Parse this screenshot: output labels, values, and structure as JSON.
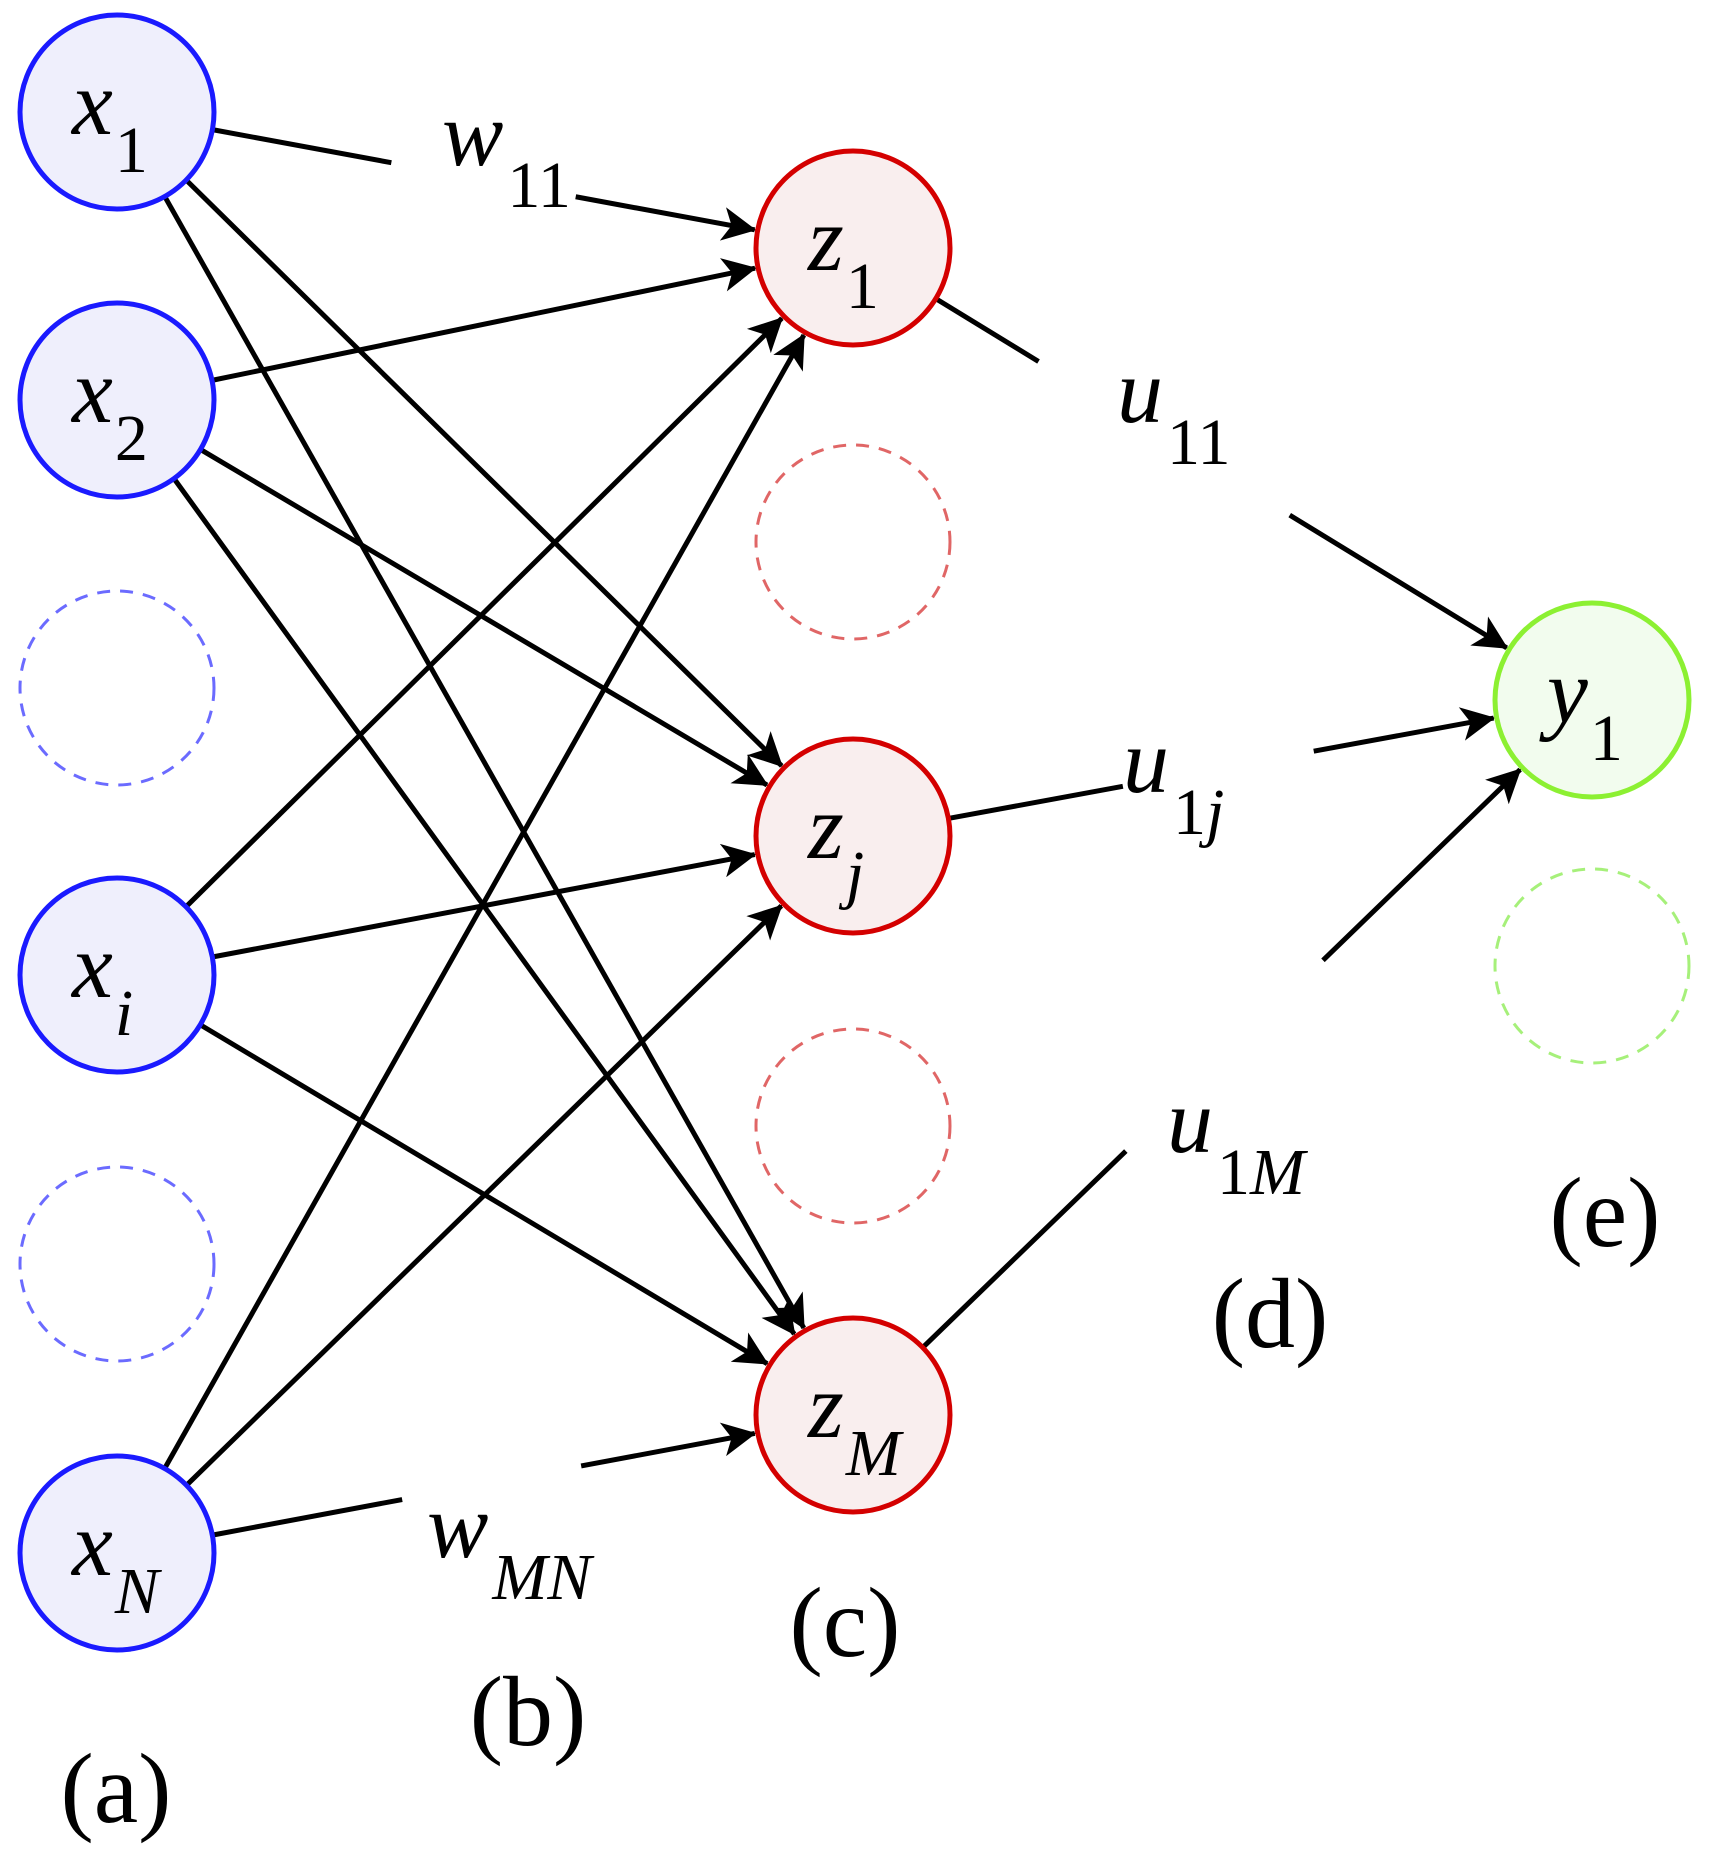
{
  "diagram": {
    "type": "feedforward-neural-network",
    "colors": {
      "input_stroke": "#1a1aff",
      "input_fill": "#efeffc",
      "input_dashed": "#6b6bff",
      "hidden_stroke": "#d40000",
      "hidden_fill": "#f9eeee",
      "hidden_dashed": "#e06666",
      "output_stroke": "#8cf032",
      "output_fill": "#f2fcee",
      "output_dashed": "#a6f07a",
      "edge": "#000000"
    },
    "layers": {
      "input": {
        "label": "(a)",
        "nodes": [
          {
            "id": "x1",
            "symbol": "x",
            "subscript": "1",
            "subscript_italic": false,
            "placeholder": false
          },
          {
            "id": "x2",
            "symbol": "x",
            "subscript": "2",
            "subscript_italic": false,
            "placeholder": false
          },
          {
            "id": "x-dots-1",
            "placeholder": true
          },
          {
            "id": "xi",
            "symbol": "x",
            "subscript": "i",
            "subscript_italic": true,
            "placeholder": false
          },
          {
            "id": "x-dots-2",
            "placeholder": true
          },
          {
            "id": "xN",
            "symbol": "x",
            "subscript": "N",
            "subscript_italic": true,
            "placeholder": false
          }
        ]
      },
      "input_weights": {
        "label": "(b)",
        "edge_labels": [
          {
            "id": "w11",
            "symbol": "w",
            "subscript": "11",
            "subscript_italic": false
          },
          {
            "id": "wMN",
            "symbol": "w",
            "subscript": "MN",
            "subscript_italic": true
          }
        ]
      },
      "hidden": {
        "label": "(c)",
        "nodes": [
          {
            "id": "z1",
            "symbol": "z",
            "subscript": "1",
            "subscript_italic": false,
            "placeholder": false
          },
          {
            "id": "z-dots-1",
            "placeholder": true
          },
          {
            "id": "zj",
            "symbol": "z",
            "subscript": "j",
            "subscript_italic": true,
            "placeholder": false
          },
          {
            "id": "z-dots-2",
            "placeholder": true
          },
          {
            "id": "zM",
            "symbol": "z",
            "subscript": "M",
            "subscript_italic": true,
            "placeholder": false
          }
        ]
      },
      "output_weights": {
        "label": "(d)",
        "edge_labels": [
          {
            "id": "u11",
            "symbol": "u",
            "subscript": "11",
            "subscript_italic": false
          },
          {
            "id": "u1j",
            "symbol": "u",
            "subscript": "1",
            "subscript2": "j",
            "subscript_italic": false
          },
          {
            "id": "u1M",
            "symbol": "u",
            "subscript": "1",
            "subscript2": "M",
            "subscript_italic": false
          }
        ]
      },
      "output": {
        "label": "(e)",
        "nodes": [
          {
            "id": "y1",
            "symbol": "y",
            "subscript": "1",
            "subscript_italic": false,
            "placeholder": false
          },
          {
            "id": "y-dots-1",
            "placeholder": true
          }
        ]
      }
    },
    "edges": [
      {
        "from": "x1",
        "to": "z1",
        "label": "w11"
      },
      {
        "from": "x1",
        "to": "zj"
      },
      {
        "from": "x1",
        "to": "zM"
      },
      {
        "from": "x2",
        "to": "z1"
      },
      {
        "from": "x2",
        "to": "zj"
      },
      {
        "from": "x2",
        "to": "zM"
      },
      {
        "from": "xi",
        "to": "z1"
      },
      {
        "from": "xi",
        "to": "zj"
      },
      {
        "from": "xi",
        "to": "zM"
      },
      {
        "from": "xN",
        "to": "z1"
      },
      {
        "from": "xN",
        "to": "zj"
      },
      {
        "from": "xN",
        "to": "zM",
        "label": "wMN"
      },
      {
        "from": "z1",
        "to": "y1",
        "label": "u11"
      },
      {
        "from": "zj",
        "to": "y1",
        "label": "u1j"
      },
      {
        "from": "zM",
        "to": "y1",
        "label": "u1M"
      }
    ]
  }
}
